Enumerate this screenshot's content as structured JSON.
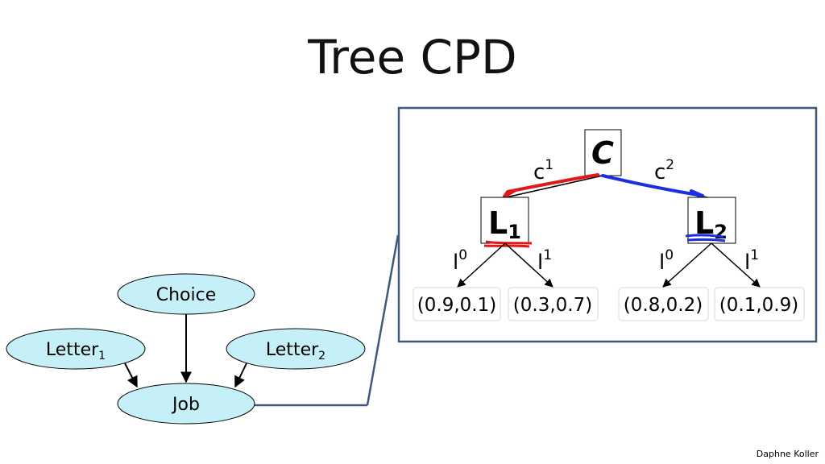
{
  "title": "Tree CPD",
  "footer": "Daphne Koller",
  "network": {
    "choice": "Choice",
    "letter1": {
      "base": "Letter",
      "sub": "1"
    },
    "letter2": {
      "base": "Letter",
      "sub": "2"
    },
    "job": "Job"
  },
  "tree": {
    "root": "C",
    "edge_c1": {
      "base": "c",
      "sup": "1"
    },
    "edge_c2": {
      "base": "c",
      "sup": "2"
    },
    "node_l1": {
      "base": "L",
      "sub": "1"
    },
    "node_l2": {
      "base": "L",
      "sub": "2"
    },
    "l1_branch0": {
      "base": "l",
      "sup": "0"
    },
    "l1_branch1": {
      "base": "l",
      "sup": "1"
    },
    "l2_branch0": {
      "base": "l",
      "sup": "0"
    },
    "l2_branch1": {
      "base": "l",
      "sup": "1"
    },
    "leaves": [
      "(0.9,0.1)",
      "(0.3,0.7)",
      "(0.8,0.2)",
      "(0.1,0.9)"
    ]
  },
  "colors": {
    "panel_border": "#3d5a7a",
    "node_fill": "#c6f0f7",
    "highlight_red": "#e01818",
    "highlight_blue": "#1a2fe0"
  }
}
